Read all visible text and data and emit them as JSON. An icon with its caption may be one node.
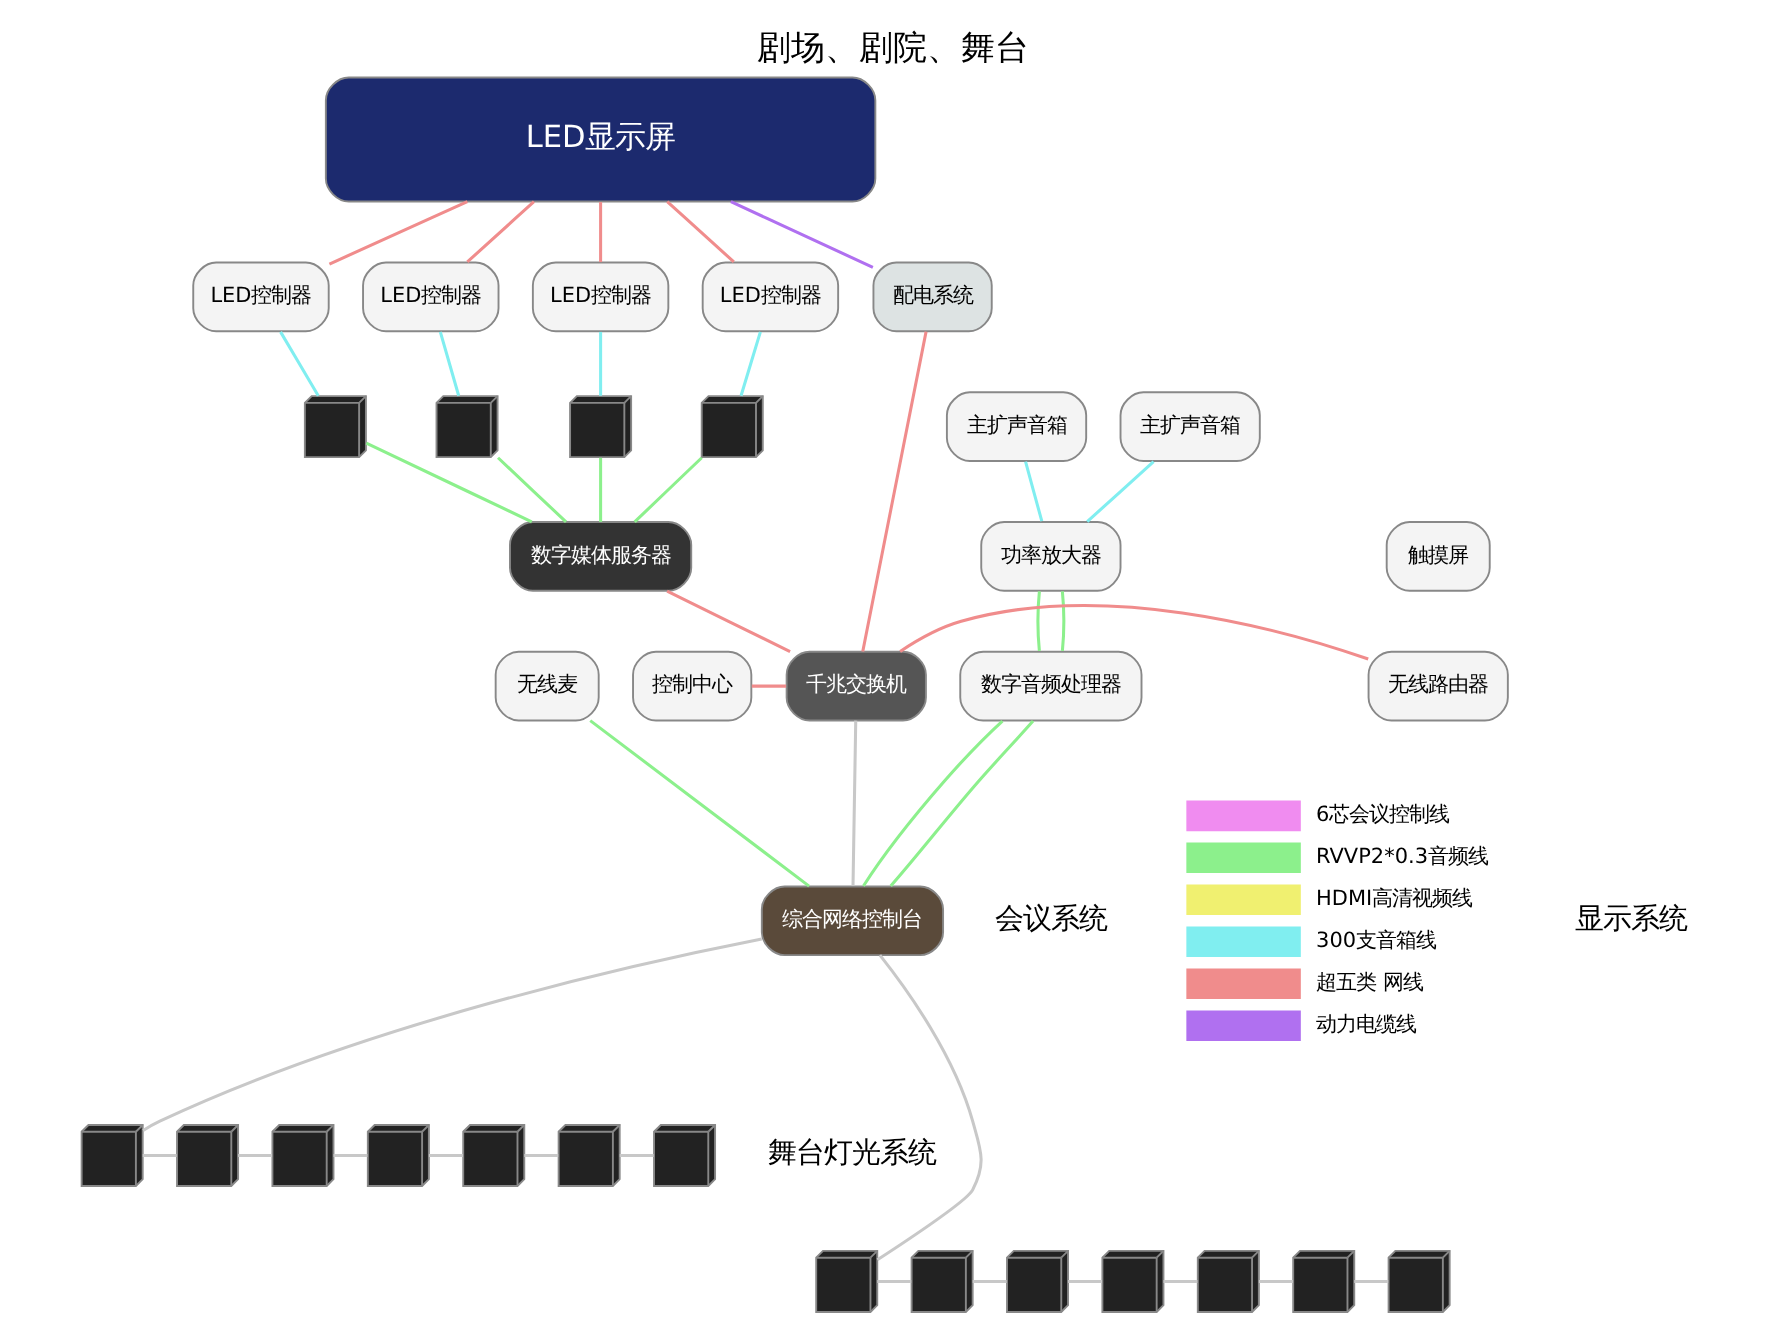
{
  "diagram": {
    "title": "剧场、剧院、舞台",
    "nodes": [
      {
        "text": [
          "LED显示屏"
        ]
      },
      {
        "text": [
          "LED控制器"
        ]
      },
      {
        "text": [
          "LED控制器"
        ]
      },
      {
        "text": [
          "LED控制器"
        ]
      },
      {
        "text": [
          "LED控制器"
        ]
      },
      {
        "text": [],
        "shape": "picture"
      },
      {
        "text": [],
        "shape": "picture"
      },
      {
        "text": [],
        "shape": "picture"
      },
      {
        "text": [],
        "shape": "picture"
      },
      {
        "text": [
          "数字媒体服务器"
        ]
      },
      {
        "text": [
          "配电系统"
        ]
      },
      {
        "text": [
          "主扩声音箱"
        ]
      },
      {
        "text": [
          "主扩声音箱"
        ]
      },
      {
        "text": [
          "功率放大器"
        ]
      },
      {
        "text": [
          "数字音频处理器"
        ]
      },
      {
        "text": [
          "无线麦"
        ]
      },
      {
        "text": [
          "控制中心"
        ]
      },
      {
        "text": [
          "千兆交换机"
        ]
      },
      {
        "text": [
          "触摸屏"
        ]
      },
      {
        "text": [
          "无线路由器"
        ]
      },
      {
        "text": [
          "综合网络控制台"
        ]
      },
      {
        "text": [],
        "shape": "picture"
      },
      {
        "text": [],
        "shape": "picture"
      },
      {
        "text": [],
        "shape": "picture"
      },
      {
        "text": [],
        "shape": "picture"
      },
      {
        "text": [],
        "shape": "picture"
      },
      {
        "text": [],
        "shape": "picture"
      },
      {
        "text": [],
        "shape": "picture"
      },
      {
        "text": [],
        "shape": "picture"
      },
      {
        "text": [],
        "shape": "picture"
      },
      {
        "text": [],
        "shape": "picture"
      },
      {
        "text": [],
        "shape": "picture"
      },
      {
        "text": [],
        "shape": "picture"
      },
      {
        "text": [],
        "shape": "picture"
      },
      {
        "text": [],
        "shape": "picture"
      }
    ],
    "edges": [
      {
        "from": 0,
        "to": 1,
        "arrow": "none",
        "color": "#f08c8c"
      },
      {
        "from": 0,
        "to": 2,
        "arrow": "none",
        "color": "#f08c8c"
      },
      {
        "from": 0,
        "to": 3,
        "arrow": "none",
        "color": "#f08c8c"
      },
      {
        "from": 0,
        "to": 4,
        "arrow": "none",
        "color": "#f08c8c"
      },
      {
        "from": 1,
        "to": 5,
        "arrow": "none",
        "color": "#80eef0"
      },
      {
        "from": 2,
        "to": 6,
        "arrow": "none",
        "color": "#80eef0"
      },
      {
        "from": 3,
        "to": 7,
        "arrow": "none",
        "color": "#80eef0"
      },
      {
        "from": 4,
        "to": 8,
        "arrow": "none",
        "color": "#80eef0"
      },
      {
        "from": 5,
        "to": 9,
        "arrow": "none",
        "color": "#8cf08c"
      },
      {
        "from": 6,
        "to": 9,
        "arrow": "none",
        "color": "#8cf08c"
      },
      {
        "from": 7,
        "to": 9,
        "arrow": "none",
        "color": "#8cf08c"
      },
      {
        "from": 8,
        "to": 9,
        "arrow": "none",
        "color": "#8cf08c"
      },
      {
        "from": 0,
        "to": 10,
        "arrow": "none",
        "color": "#b070f0"
      },
      {
        "from": 11,
        "to": 13,
        "arrow": "none",
        "color": "#80eef0"
      },
      {
        "from": 12,
        "to": 13,
        "arrow": "none",
        "color": "#80eef0"
      },
      {
        "from": 13,
        "to": 14,
        "arrow": "none",
        "color": "#8cf08c"
      },
      {
        "from": 13,
        "to": 14,
        "arrow": "none",
        "color": "#8cf08c"
      },
      {
        "from": 9,
        "to": 17,
        "arrow": "none",
        "color": "#f08c8c"
      },
      {
        "from": 10,
        "to": 17,
        "arrow": "none",
        "color": "#f08c8c"
      },
      {
        "from": 16,
        "to": 17,
        "arrow": "none",
        "color": "#f08c8c"
      },
      {
        "from": 17,
        "to": 19,
        "arrow": "none",
        "color": "#f08c8c"
      },
      {
        "from": 17,
        "to": 20,
        "arrow": "none",
        "color": "#c8c8c8"
      },
      {
        "from": 14,
        "to": 20,
        "arrow": "none",
        "color": "#8cf08c"
      },
      {
        "from": 14,
        "to": 20,
        "arrow": "none",
        "color": "#8cf08c"
      },
      {
        "from": 15,
        "to": 20,
        "arrow": "none",
        "color": "#8cf08c"
      },
      {
        "from": 20,
        "to": 21,
        "arrow": "none",
        "color": "#c8c8c8"
      },
      {
        "from": 21,
        "to": 22,
        "arrow": "none",
        "color": "#c8c8c8"
      },
      {
        "from": 22,
        "to": 23,
        "arrow": "none",
        "color": "#c8c8c8"
      },
      {
        "from": 23,
        "to": 24,
        "arrow": "none",
        "color": "#c8c8c8"
      },
      {
        "from": 24,
        "to": 25,
        "arrow": "none",
        "color": "#c8c8c8"
      },
      {
        "from": 25,
        "to": 26,
        "arrow": "none",
        "color": "#c8c8c8"
      },
      {
        "from": 26,
        "to": 27,
        "arrow": "none",
        "color": "#c8c8c8"
      },
      {
        "from": 20,
        "to": 28,
        "arrow": "none",
        "color": "#c8c8c8"
      },
      {
        "from": 28,
        "to": 29,
        "arrow": "none",
        "color": "#c8c8c8"
      },
      {
        "from": 29,
        "to": 30,
        "arrow": "none",
        "color": "#c8c8c8"
      },
      {
        "from": 30,
        "to": 31,
        "arrow": "none",
        "color": "#c8c8c8"
      },
      {
        "from": 31,
        "to": 32,
        "arrow": "none",
        "color": "#c8c8c8"
      },
      {
        "from": 32,
        "to": 33,
        "arrow": "none",
        "color": "#c8c8c8"
      },
      {
        "from": 33,
        "to": 34,
        "arrow": "none",
        "color": "#c8c8c8"
      }
    ],
    "labels": [
      "会议系统",
      "显示系统",
      "舞台灯光系统"
    ],
    "legend": [
      {
        "text": "6芯会议控制线",
        "color": "#f08cf0"
      },
      {
        "text": "RVVP2*0.3音频线",
        "color": "#8cf08c"
      },
      {
        "text": "HDMI高清视频线",
        "color": "#f0f070"
      },
      {
        "text": "300支音箱线",
        "color": "#80eef0"
      },
      {
        "text": "超五类 网线",
        "color": "#f08c8c"
      },
      {
        "text": "动力电缆线",
        "color": "#b070f0"
      }
    ]
  }
}
